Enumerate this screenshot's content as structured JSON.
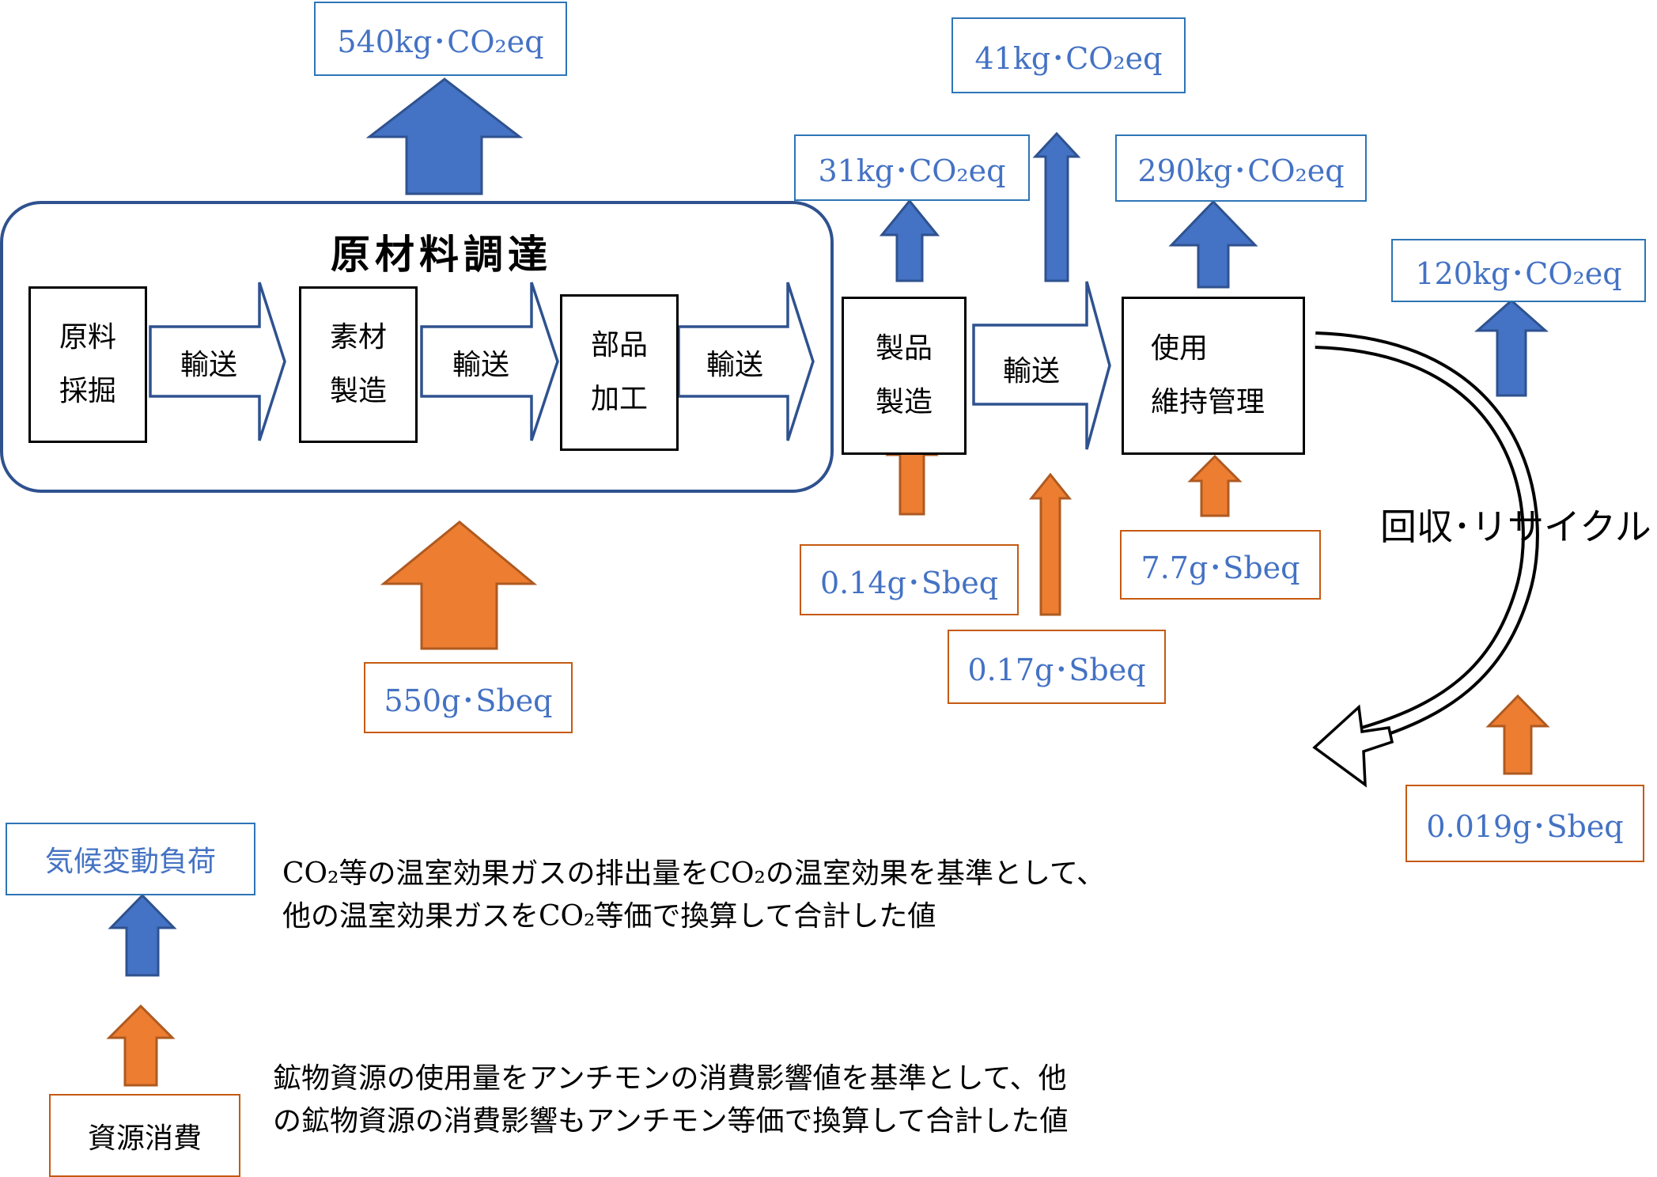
{
  "raw_material": {
    "title": "原材料調達",
    "steps": [
      {
        "line1": "原料",
        "line2": "採掘"
      },
      {
        "line1": "素材",
        "line2": "製造"
      },
      {
        "line1": "部品",
        "line2": "加工"
      }
    ]
  },
  "transport_label": "輸送",
  "manufacturing": {
    "line1": "製品",
    "line2": "製造"
  },
  "use": {
    "line1": "使用",
    "line2": "維持管理"
  },
  "recycle_label": "回収･リサイクル",
  "co2_values": {
    "raw_material": "540kg･CO₂eq",
    "manufacturing": "31kg･CO₂eq",
    "transport": "41kg･CO₂eq",
    "use": "290kg･CO₂eq",
    "recycle": "120kg･CO₂eq"
  },
  "sb_values": {
    "raw_material": "550g･Sbeq",
    "manufacturing": "0.14g･Sbeq",
    "transport": "0.17g･Sbeq",
    "use": "7.7g･Sbeq",
    "recycle": "0.019g･Sbeq"
  },
  "legend": {
    "climate_label": "気候変動負荷",
    "resource_label": "資源消費",
    "climate_note": [
      "CO₂等の温室効果ガスの排出量をCO₂の温室効果を基準として、",
      "他の温室効果ガスをCO₂等価で換算して合計した値"
    ],
    "resource_note": [
      "鉱物資源の使用量をアンチモンの消費影響値を基準として、他",
      "の鉱物資源の消費影響もアンチモン等価で換算して合計した値"
    ]
  },
  "colors": {
    "blue_arrow": "#4472C4",
    "blue_edge": "#2F528F",
    "orange_arrow": "#ED7D31",
    "orange_edge": "#AE5A21",
    "blue_text": "#4472C4"
  }
}
